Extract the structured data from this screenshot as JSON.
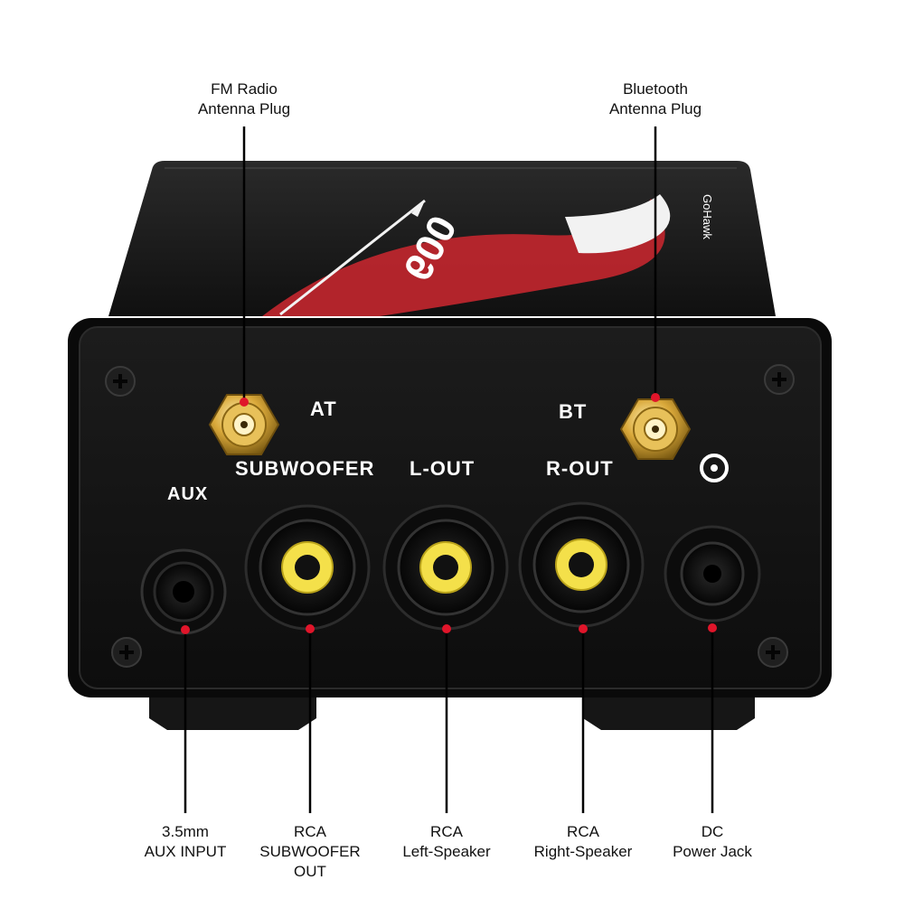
{
  "callouts": {
    "fm_antenna": [
      "FM Radio",
      "Antenna Plug"
    ],
    "bt_antenna": [
      "Bluetooth",
      "Antenna Plug"
    ],
    "aux_input": [
      "3.5mm",
      "AUX INPUT"
    ],
    "rca_sub": [
      "RCA",
      "SUBWOOFER",
      "OUT"
    ],
    "rca_left": [
      "RCA",
      "Left-Speaker"
    ],
    "rca_right": [
      "RCA",
      "Right-Speaker"
    ],
    "dc_jack": [
      "DC",
      "Power Jack"
    ]
  },
  "panel_labels": {
    "at": "AT",
    "bt": "BT",
    "subwoofer": "SUBWOOFER",
    "l_out": "L-OUT",
    "r_out": "R-OUT",
    "aux": "AUX"
  },
  "top_graphic": {
    "model": "600",
    "brand": "GoHawk"
  },
  "colors": {
    "body": "#1a1a1a",
    "panel": "#141414",
    "gold": "#d4a437",
    "rca_yellow": "#f4e04a",
    "marker_red": "#e0152a",
    "accent_red": "#c0262e"
  },
  "icons": {
    "power": "power-symbol-icon"
  }
}
